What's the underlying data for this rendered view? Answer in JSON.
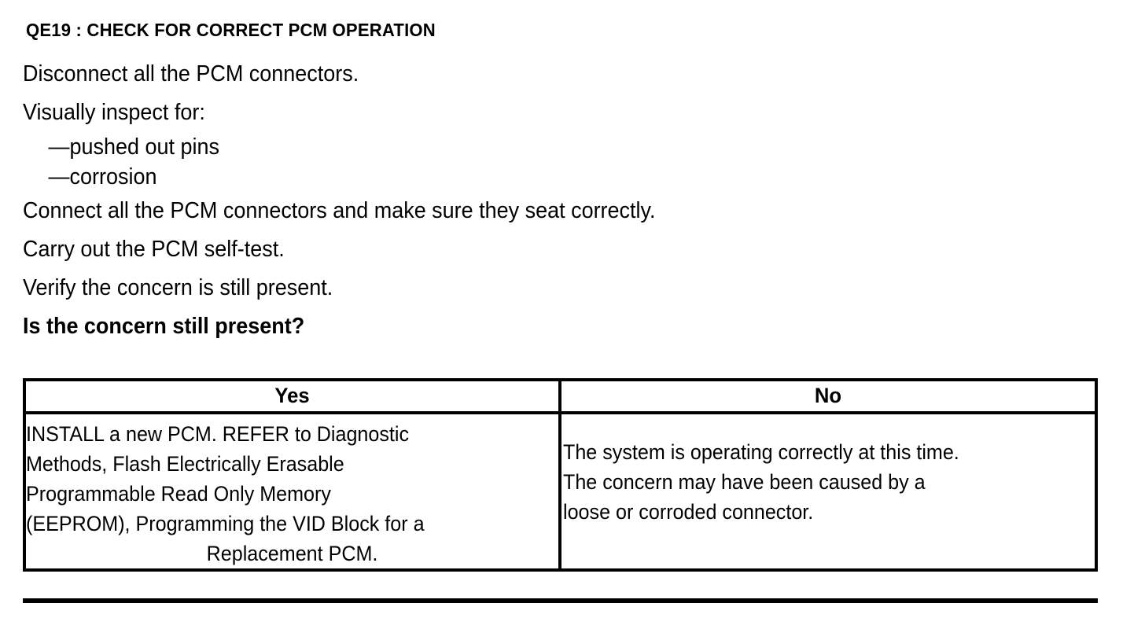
{
  "document": {
    "step_id": "QE19",
    "title": "QE19 : CHECK FOR CORRECT PCM OPERATION",
    "instructions": [
      "Disconnect all the PCM connectors.",
      "Visually inspect for:",
      "—pushed out pins",
      "—corrosion",
      "Connect all the PCM connectors and make sure they seat correctly.",
      "Carry out the PCM self-test.",
      "Verify the concern is still present.",
      "Is the concern still present?"
    ],
    "instruction_lines": {
      "line1": "Disconnect all the PCM connectors.",
      "line2": "Visually inspect for:",
      "bullet1": "—pushed out pins",
      "bullet2": "—corrosion",
      "line3": "Connect all the PCM connectors and make sure they seat correctly.",
      "line4": "Carry out the PCM self-test.",
      "line5": "Verify the concern is still present.",
      "question": "Is the concern still present?"
    }
  },
  "decision_table": {
    "headers": {
      "yes": "Yes",
      "no": "No"
    },
    "yes_cell": {
      "text": "INSTALL a new PCM. REFER to Diagnostic Methods, Flash Electrically Erasable Programmable Read Only Memory (EEPROM), Programming the VID Block for a Replacement PCM.",
      "lines": {
        "l1": "INSTALL a new PCM. REFER to Diagnostic",
        "l2": "Methods, Flash Electrically Erasable",
        "l3": "Programmable Read Only Memory",
        "l4": "(EEPROM), Programming the VID Block for a",
        "l5": "Replacement PCM."
      }
    },
    "no_cell": {
      "text": "The system is operating correctly at this time. The concern may have been caused by a loose or corroded connector.",
      "lines": {
        "l1": "The system is operating correctly at this time.",
        "l2": "The concern may have been caused by a",
        "l3": "loose or corroded connector."
      }
    }
  },
  "colors": {
    "text": "#000000",
    "background": "#ffffff",
    "rule": "#000000"
  }
}
